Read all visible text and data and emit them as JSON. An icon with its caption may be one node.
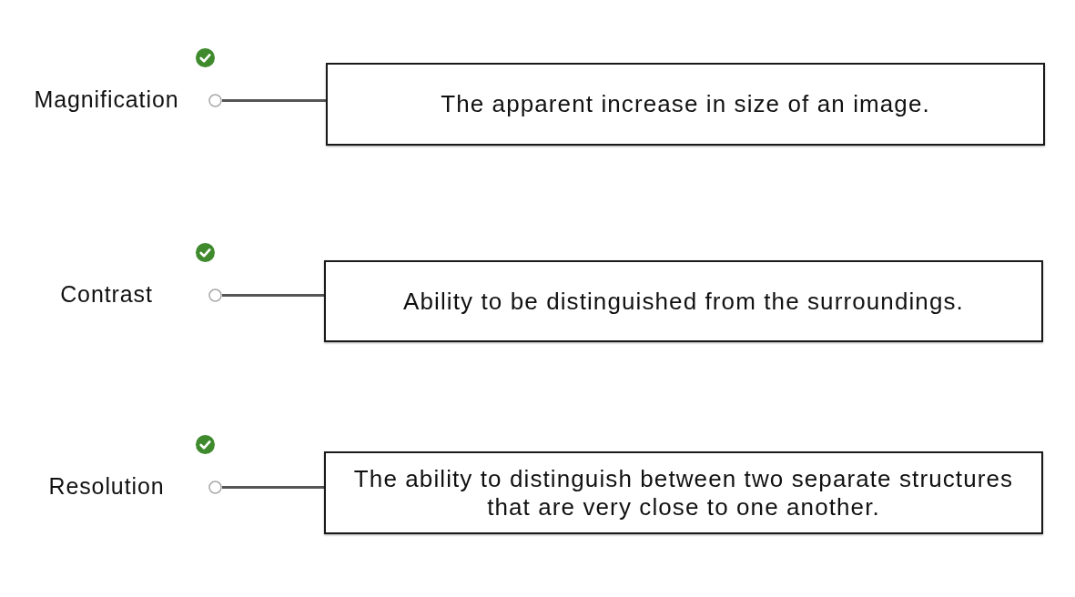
{
  "diagram": {
    "nodes": [
      {
        "text": [],
        "shape": "circle",
        "beside": [
          "Magnification"
        ]
      },
      {
        "text": [
          "The apparent increase in size of an image."
        ]
      },
      {
        "text": [],
        "shape": "circle",
        "beside": [
          "Contrast"
        ]
      },
      {
        "text": [
          "Ability to be distinguished from the surroundings."
        ]
      },
      {
        "text": [],
        "shape": "circle",
        "beside": [
          "Resolution"
        ]
      },
      {
        "text": [
          "The ability to distinguish between two separate structures that are very close to one another."
        ]
      }
    ],
    "edges": [
      {
        "from": 0,
        "to": 1,
        "arrow": "none"
      },
      {
        "from": 2,
        "to": 3,
        "arrow": "none"
      },
      {
        "from": 4,
        "to": 5,
        "arrow": "none"
      }
    ]
  }
}
